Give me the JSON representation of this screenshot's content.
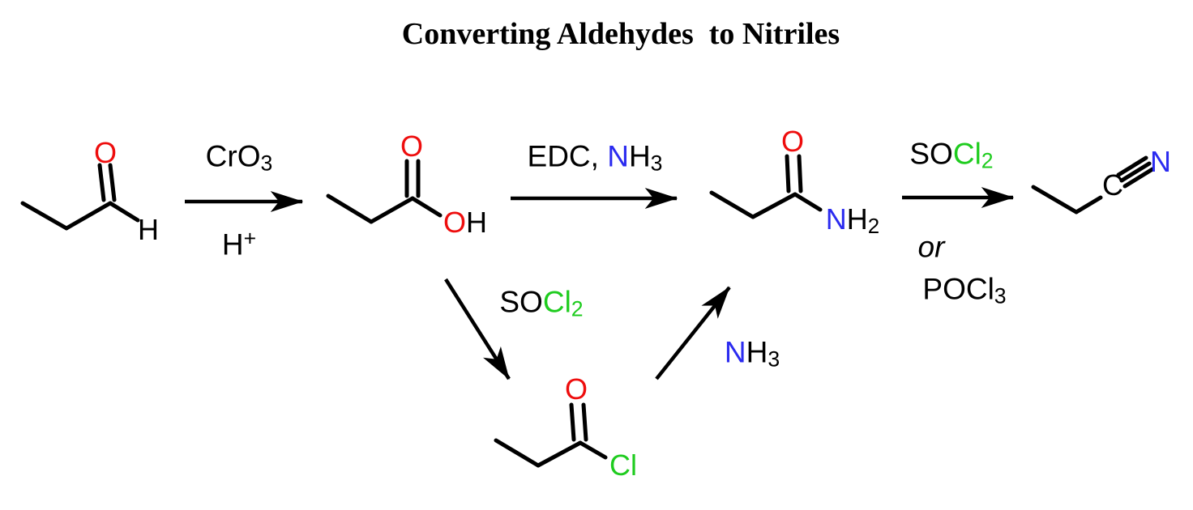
{
  "title": "Converting Aldehydes  to Nitriles",
  "colors": {
    "carbon_black": "#000000",
    "oxygen_red": "#ee0d0d",
    "nitrogen_blue": "#2b2bf0",
    "chlorine_green": "#1fcc1f"
  },
  "molecules": {
    "propanal": {
      "o": "O",
      "h": "H"
    },
    "propanoic_acid": {
      "o": "O",
      "oh_o": "O",
      "oh_h": "H"
    },
    "propanamide": {
      "o": "O",
      "n": "N",
      "h": "H",
      "h_sub": "2"
    },
    "propanoyl_chloride": {
      "o": "O",
      "cl": "Cl"
    },
    "propanenitrile": {
      "c": "C",
      "n": "N"
    }
  },
  "reagents": {
    "oxidation": {
      "above_main": "CrO",
      "above_sub": "3",
      "below_main": "H",
      "below_sup": "+"
    },
    "amidation": {
      "pre": "EDC, ",
      "n": "N",
      "h": "H",
      "sub": "3"
    },
    "dehydration": {
      "so": "SO",
      "cl": "Cl",
      "cl_sub": "2",
      "or": "or",
      "below_main": "POCl",
      "below_sub": "3"
    },
    "chlorination": {
      "so": "SO",
      "cl": "Cl",
      "cl_sub": "2"
    },
    "aminolysis": {
      "n": "N",
      "h": "H",
      "sub": "3"
    }
  }
}
